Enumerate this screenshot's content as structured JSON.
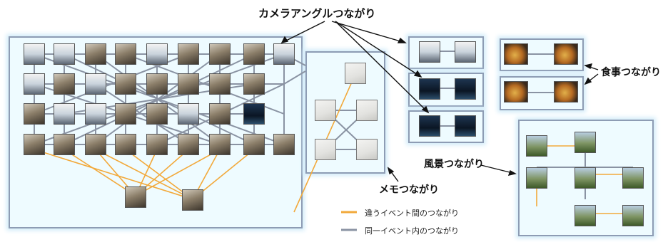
{
  "labels": {
    "camera": "カメラアングルつながり",
    "food": "食事つながり",
    "memo": "メモつながり",
    "scenery": "風景つながり"
  },
  "legend": {
    "different_event": "違うイベント間のつながり",
    "same_event": "同一イベント内のつながり"
  },
  "colors": {
    "different_event_line": "#f2a93b",
    "same_event_line": "#8a93a3",
    "cluster_fill": "#eefbff",
    "cluster_border": "#8d9cb4"
  }
}
